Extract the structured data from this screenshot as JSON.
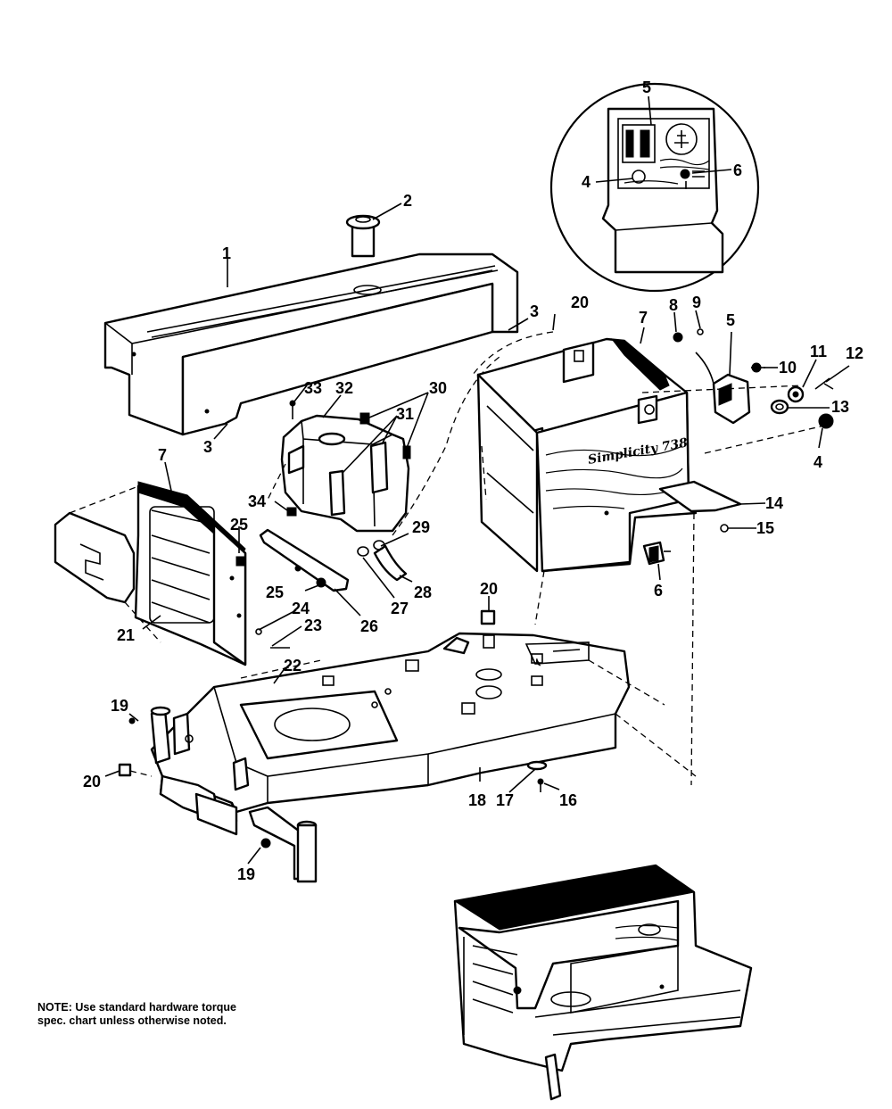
{
  "callouts": [
    {
      "id": "c1",
      "text": "1"
    },
    {
      "id": "c2",
      "text": "2"
    },
    {
      "id": "c3a",
      "text": "3"
    },
    {
      "id": "c3b",
      "text": "3"
    },
    {
      "id": "c4a",
      "text": "4"
    },
    {
      "id": "c4b",
      "text": "4"
    },
    {
      "id": "c5a",
      "text": "5"
    },
    {
      "id": "c5b",
      "text": "5"
    },
    {
      "id": "c6a",
      "text": "6"
    },
    {
      "id": "c6b",
      "text": "6"
    },
    {
      "id": "c7a",
      "text": "7"
    },
    {
      "id": "c7b",
      "text": "7"
    },
    {
      "id": "c8",
      "text": "8"
    },
    {
      "id": "c9",
      "text": "9"
    },
    {
      "id": "c10",
      "text": "10"
    },
    {
      "id": "c11",
      "text": "11"
    },
    {
      "id": "c12",
      "text": "12"
    },
    {
      "id": "c13",
      "text": "13"
    },
    {
      "id": "c14",
      "text": "14"
    },
    {
      "id": "c15",
      "text": "15"
    },
    {
      "id": "c16",
      "text": "16"
    },
    {
      "id": "c17",
      "text": "17"
    },
    {
      "id": "c18",
      "text": "18"
    },
    {
      "id": "c19a",
      "text": "19"
    },
    {
      "id": "c19b",
      "text": "19"
    },
    {
      "id": "c20a",
      "text": "20"
    },
    {
      "id": "c20b",
      "text": "20"
    },
    {
      "id": "c20c",
      "text": "20"
    },
    {
      "id": "c21",
      "text": "21"
    },
    {
      "id": "c22",
      "text": "22"
    },
    {
      "id": "c23",
      "text": "23"
    },
    {
      "id": "c24",
      "text": "24"
    },
    {
      "id": "c25a",
      "text": "25"
    },
    {
      "id": "c25b",
      "text": "25"
    },
    {
      "id": "c26",
      "text": "26"
    },
    {
      "id": "c27",
      "text": "27"
    },
    {
      "id": "c28",
      "text": "28"
    },
    {
      "id": "c29",
      "text": "29"
    },
    {
      "id": "c30",
      "text": "30"
    },
    {
      "id": "c31",
      "text": "31"
    },
    {
      "id": "c32",
      "text": "32"
    },
    {
      "id": "c33",
      "text": "33"
    },
    {
      "id": "c34",
      "text": "34"
    }
  ],
  "brand": "Simplicity 738",
  "note": "NOTE: Use standard hardware torque spec. chart unless otherwise noted."
}
